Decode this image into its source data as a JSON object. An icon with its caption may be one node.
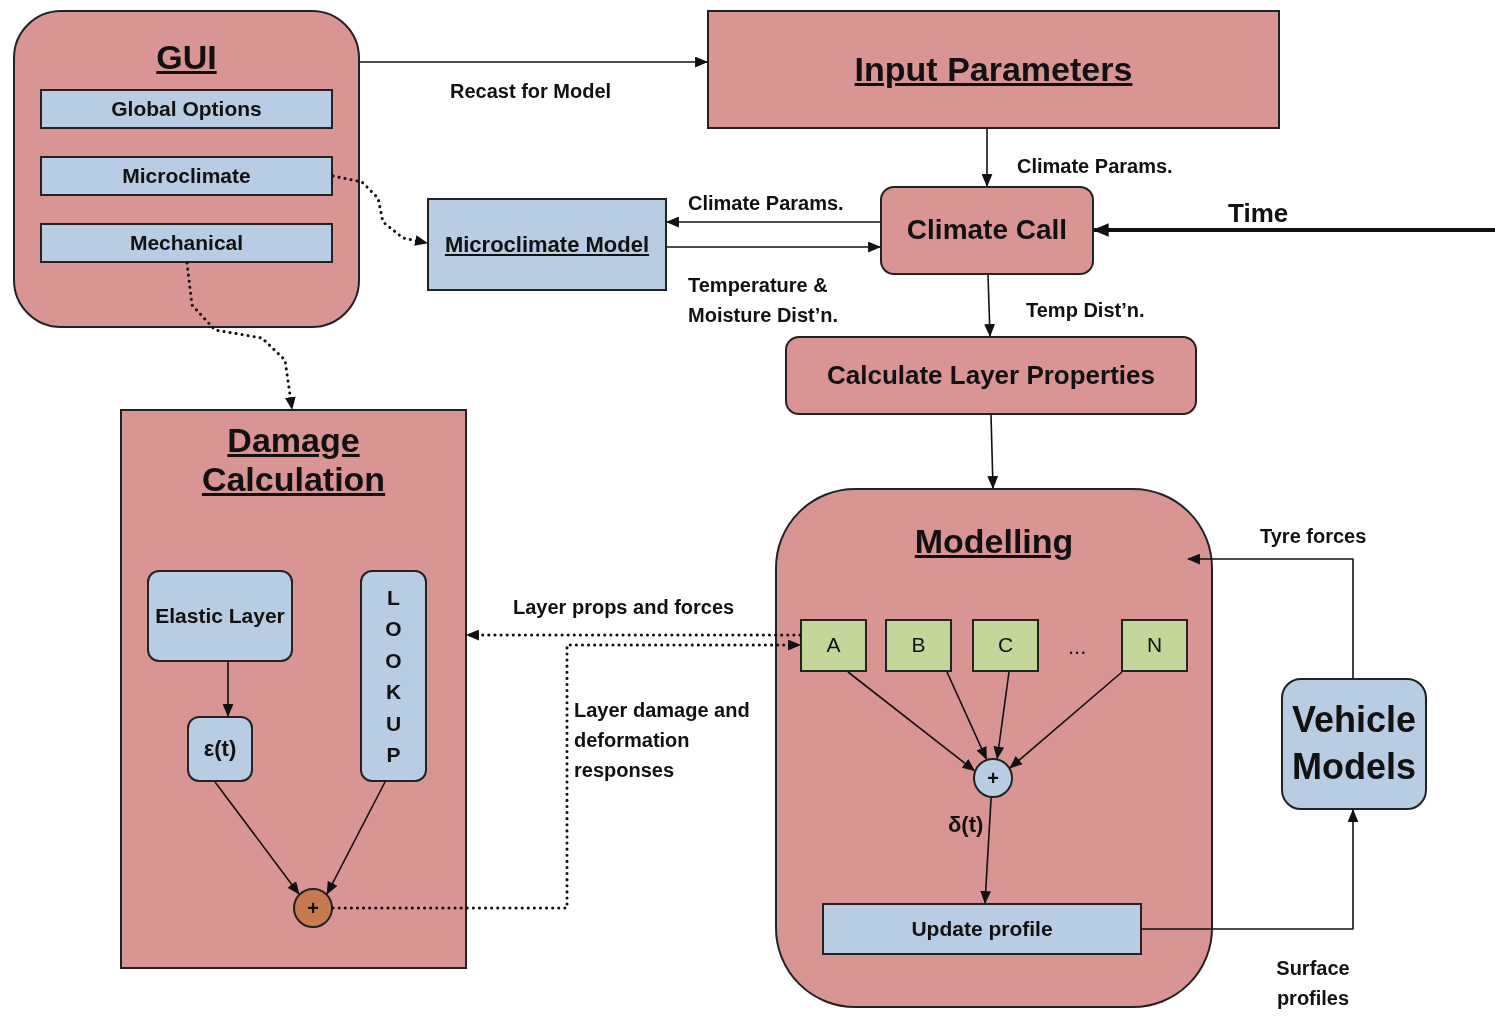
{
  "diagram": {
    "nodes": [
      {
        "text": [
          "GUI"
        ]
      },
      {
        "text": [
          "Global Options"
        ],
        "in": 0
      },
      {
        "text": [
          "Microclimate"
        ],
        "in": 0
      },
      {
        "text": [
          "Mechanical"
        ],
        "in": 0
      },
      {
        "text": [
          "Input Parameters"
        ]
      },
      {
        "text": [
          "Microclimate Model"
        ]
      },
      {
        "text": [
          "Climate Call"
        ]
      },
      {
        "text": [
          "Calculate Layer Properties"
        ]
      },
      {
        "text": [
          "Damage Calculation"
        ]
      },
      {
        "text": [
          "Elastic Layer"
        ],
        "in": 8
      },
      {
        "text": [
          "LOOKUP"
        ],
        "in": 8
      },
      {
        "text": [
          "ε(t)"
        ],
        "in": 8
      },
      {
        "text": [
          "+"
        ],
        "in": 8
      },
      {
        "text": [
          "Modelling"
        ]
      },
      {
        "text": [
          "A"
        ],
        "in": 13
      },
      {
        "text": [
          "B"
        ],
        "in": 13
      },
      {
        "text": [
          "C"
        ],
        "in": 13
      },
      {
        "text": [
          "N"
        ],
        "in": 13
      },
      {
        "text": [
          "+"
        ],
        "in": 13
      },
      {
        "text": [
          "Update profile"
        ],
        "in": 13
      },
      {
        "text": [
          "Vehicle Models"
        ]
      }
    ],
    "edges": [
      {
        "from": 0,
        "to": 4,
        "arrow": "to",
        "label": "Recast for Model"
      },
      {
        "from": 4,
        "to": 6,
        "arrow": "to",
        "label": "Climate Params."
      },
      {
        "from": 6,
        "to": 5,
        "arrow": "to",
        "label": "Climate Params."
      },
      {
        "from": 5,
        "to": 6,
        "arrow": "to",
        "label": "Temperature & Moisture Dist’n."
      },
      {
        "from": null,
        "to": 6,
        "arrow": "to",
        "label": "Time",
        "style": "thick"
      },
      {
        "from": 6,
        "to": 7,
        "arrow": "to",
        "label": "Temp Dist’n."
      },
      {
        "from": 7,
        "to": 13,
        "arrow": "to"
      },
      {
        "from": 2,
        "to": 5,
        "arrow": "to",
        "style": "dashed"
      },
      {
        "from": 3,
        "to": 8,
        "arrow": "to",
        "style": "dashed"
      },
      {
        "from": 9,
        "to": 11,
        "arrow": "to"
      },
      {
        "from": 11,
        "to": 12,
        "arrow": "to"
      },
      {
        "from": 10,
        "to": 12,
        "arrow": "to"
      },
      {
        "from": 14,
        "to": 8,
        "arrow": "to",
        "label": "Layer props and forces",
        "style": "dashed"
      },
      {
        "from": 12,
        "to": 14,
        "arrow": "to",
        "label": "Layer damage and deformation responses",
        "style": "dashed"
      },
      {
        "from": 14,
        "to": 18,
        "arrow": "to"
      },
      {
        "from": 15,
        "to": 18,
        "arrow": "to"
      },
      {
        "from": 16,
        "to": 18,
        "arrow": "to"
      },
      {
        "from": 17,
        "to": 18,
        "arrow": "to"
      },
      {
        "from": 18,
        "to": 19,
        "arrow": "to",
        "label": "δ(t)"
      },
      {
        "from": 19,
        "to": 20,
        "arrow": "to",
        "label": "Surface profiles"
      },
      {
        "from": 20,
        "to": 13,
        "arrow": "to",
        "label": "Tyre forces"
      }
    ],
    "labels": [
      "..."
    ]
  }
}
